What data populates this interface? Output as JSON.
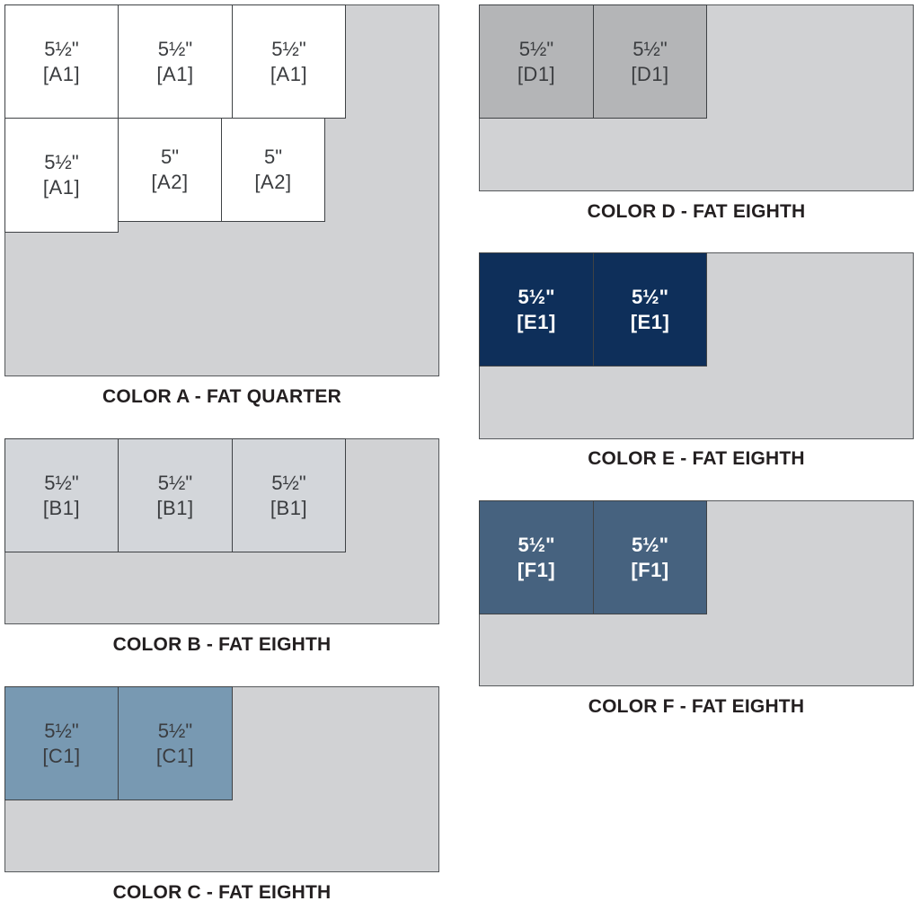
{
  "panels": {
    "a": {
      "label": "COLOR A - FAT QUARTER"
    },
    "b": {
      "label": "COLOR B - FAT EIGHTH"
    },
    "c": {
      "label": "COLOR C - FAT EIGHTH"
    },
    "d": {
      "label": "COLOR D - FAT EIGHTH"
    },
    "e": {
      "label": "COLOR E - FAT EIGHTH"
    },
    "f": {
      "label": "COLOR F - FAT EIGHTH"
    }
  },
  "squares": {
    "a": [
      {
        "size": "5½\"",
        "code": "[A1]"
      },
      {
        "size": "5½\"",
        "code": "[A1]"
      },
      {
        "size": "5½\"",
        "code": "[A1]"
      },
      {
        "size": "5½\"",
        "code": "[A1]"
      },
      {
        "size": "5\"",
        "code": "[A2]"
      },
      {
        "size": "5\"",
        "code": "[A2]"
      }
    ],
    "b": [
      {
        "size": "5½\"",
        "code": "[B1]"
      },
      {
        "size": "5½\"",
        "code": "[B1]"
      },
      {
        "size": "5½\"",
        "code": "[B1]"
      }
    ],
    "c": [
      {
        "size": "5½\"",
        "code": "[C1]"
      },
      {
        "size": "5½\"",
        "code": "[C1]"
      }
    ],
    "d": [
      {
        "size": "5½\"",
        "code": "[D1]"
      },
      {
        "size": "5½\"",
        "code": "[D1]"
      }
    ],
    "e": [
      {
        "size": "5½\"",
        "code": "[E1]"
      },
      {
        "size": "5½\"",
        "code": "[E1]"
      }
    ],
    "f": [
      {
        "size": "5½\"",
        "code": "[F1]"
      },
      {
        "size": "5½\"",
        "code": "[F1]"
      }
    ]
  },
  "colors": {
    "fabric_background": "#d1d2d4",
    "color_a": "#ffffff",
    "color_b": "#d3d6da",
    "color_c": "#7899b2",
    "color_d": "#b4b5b7",
    "color_e": "#0e2f5a",
    "color_f": "#46627f"
  }
}
